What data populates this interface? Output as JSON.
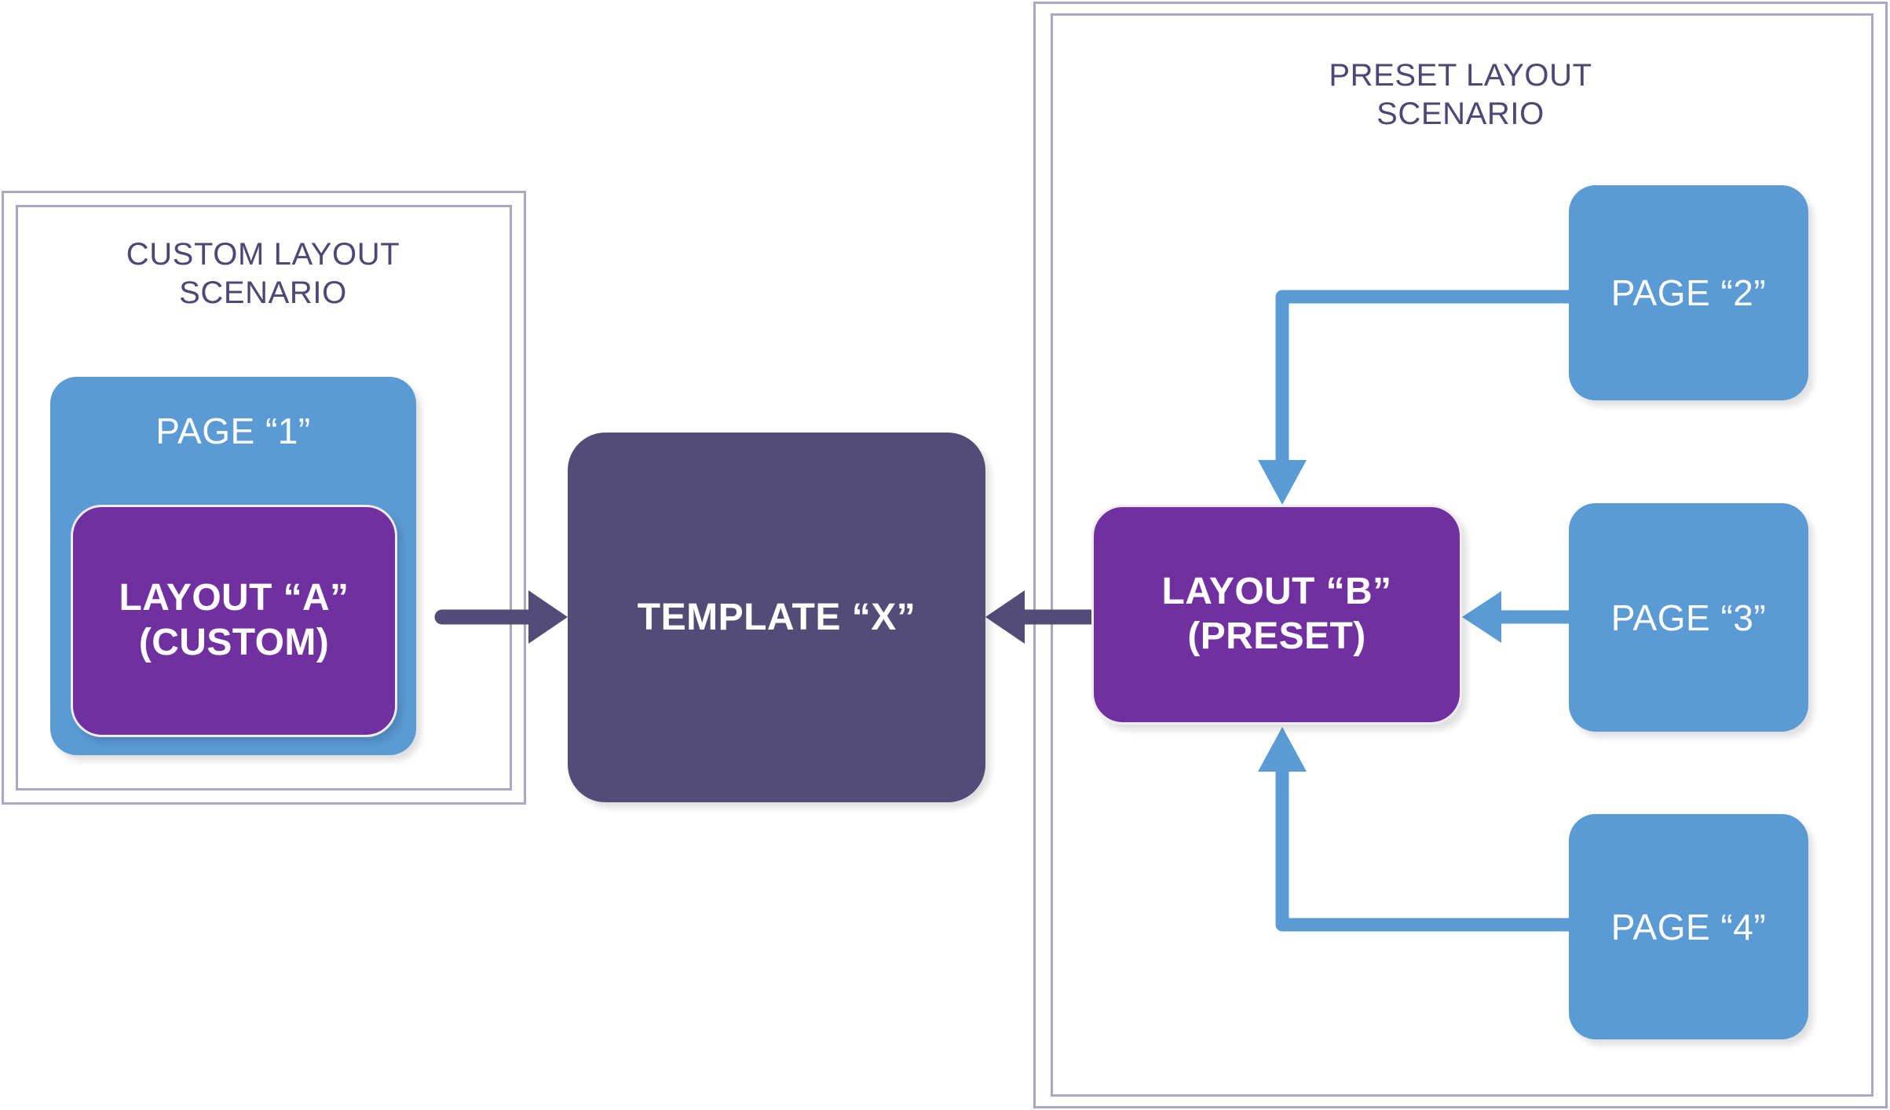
{
  "diagram": {
    "title": "Template and layout relationship diagram",
    "colors": {
      "page_blue": "#5B9BD5",
      "layout_purple": "#7030A0",
      "template_slate": "#534C77",
      "frame_border": "#AAA6C3",
      "caption_text": "#4F4676",
      "node_text": "#FFFFFF",
      "background": "#FFFFFF"
    }
  },
  "custom_scenario": {
    "caption": "CUSTOM LAYOUT\nSCENARIO",
    "page": {
      "label": "PAGE “1”"
    },
    "layout": {
      "label": "LAYOUT “A”\n(CUSTOM)"
    }
  },
  "template": {
    "label": "TEMPLATE “X”"
  },
  "preset_scenario": {
    "caption": "PRESET LAYOUT\nSCENARIO",
    "layout": {
      "label": "LAYOUT “B”\n(PRESET)"
    },
    "pages": [
      {
        "label": "PAGE “2”"
      },
      {
        "label": "PAGE “3”"
      },
      {
        "label": "PAGE “4”"
      }
    ]
  },
  "connectors": [
    {
      "name": "layout-a-to-template-x",
      "from": "LAYOUT “A” (CUSTOM)",
      "to": "TEMPLATE “X”",
      "direction": "right",
      "color": "#534C77",
      "style": "straight"
    },
    {
      "name": "layout-b-to-template-x",
      "from": "LAYOUT “B” (PRESET)",
      "to": "TEMPLATE “X”",
      "direction": "left",
      "color": "#534C77",
      "style": "straight"
    },
    {
      "name": "page-2-to-layout-b",
      "from": "PAGE “2”",
      "to": "LAYOUT “B” (PRESET)",
      "direction": "down",
      "color": "#5B9BD5",
      "style": "elbow"
    },
    {
      "name": "page-3-to-layout-b",
      "from": "PAGE “3”",
      "to": "LAYOUT “B” (PRESET)",
      "direction": "left",
      "color": "#5B9BD5",
      "style": "straight"
    },
    {
      "name": "page-4-to-layout-b",
      "from": "PAGE “4”",
      "to": "LAYOUT “B” (PRESET)",
      "direction": "up",
      "color": "#5B9BD5",
      "style": "elbow"
    }
  ]
}
